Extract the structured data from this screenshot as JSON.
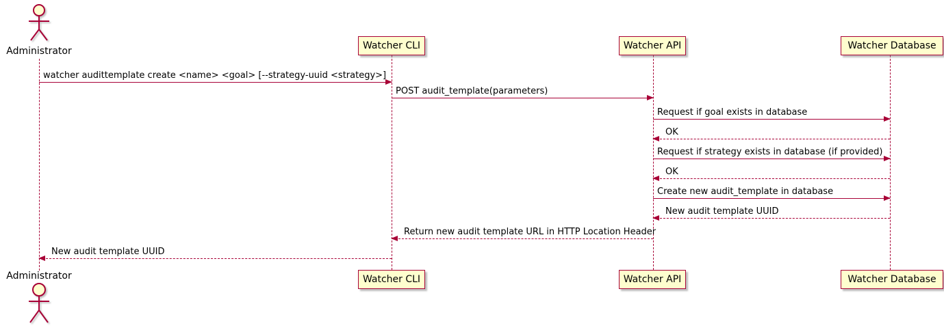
{
  "colors": {
    "line": "#a80036",
    "fill": "#fefece",
    "text": "#000000"
  },
  "actors": [
    {
      "name": "Administrator"
    }
  ],
  "participants": [
    {
      "label": "Watcher CLI"
    },
    {
      "label": "Watcher API"
    },
    {
      "label": "Watcher Database"
    }
  ],
  "messages": [
    {
      "from": "Administrator",
      "to": "Watcher CLI",
      "style": "solid",
      "label": "watcher audittemplate create <name> <goal> [--strategy-uuid <strategy>]"
    },
    {
      "from": "Watcher CLI",
      "to": "Watcher API",
      "style": "solid",
      "label": "POST audit_template(parameters)"
    },
    {
      "from": "Watcher API",
      "to": "Watcher Database",
      "style": "solid",
      "label": "Request if goal exists in database"
    },
    {
      "from": "Watcher Database",
      "to": "Watcher API",
      "style": "dashed",
      "label": "OK"
    },
    {
      "from": "Watcher API",
      "to": "Watcher Database",
      "style": "solid",
      "label": "Request if strategy exists in database (if provided)"
    },
    {
      "from": "Watcher Database",
      "to": "Watcher API",
      "style": "dashed",
      "label": "OK"
    },
    {
      "from": "Watcher API",
      "to": "Watcher Database",
      "style": "solid",
      "label": "Create new audit_template in database"
    },
    {
      "from": "Watcher Database",
      "to": "Watcher API",
      "style": "dashed",
      "label": "New audit template UUID"
    },
    {
      "from": "Watcher API",
      "to": "Watcher CLI",
      "style": "dashed",
      "label": "Return new audit template URL in HTTP Location Header"
    },
    {
      "from": "Watcher CLI",
      "to": "Administrator",
      "style": "dashed",
      "label": "New audit template UUID"
    }
  ]
}
